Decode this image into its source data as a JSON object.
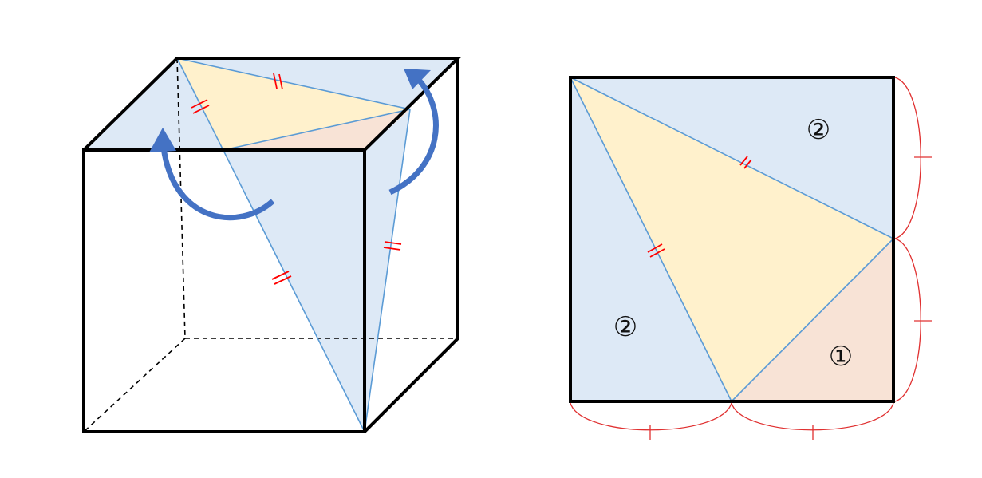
{
  "colors": {
    "face_blue": "#dde9f6",
    "face_yellow": "#fff1cc",
    "face_salmon": "#f8e3d6",
    "edge_black": "#000000",
    "crease_blue": "#5b9bd5",
    "arrow_blue": "#4472c4",
    "tick_red": "#ff0000",
    "brace_red": "#e03030"
  },
  "region_labels": {
    "top_right": "②",
    "bottom_left": "②",
    "bottom_right": "①"
  }
}
